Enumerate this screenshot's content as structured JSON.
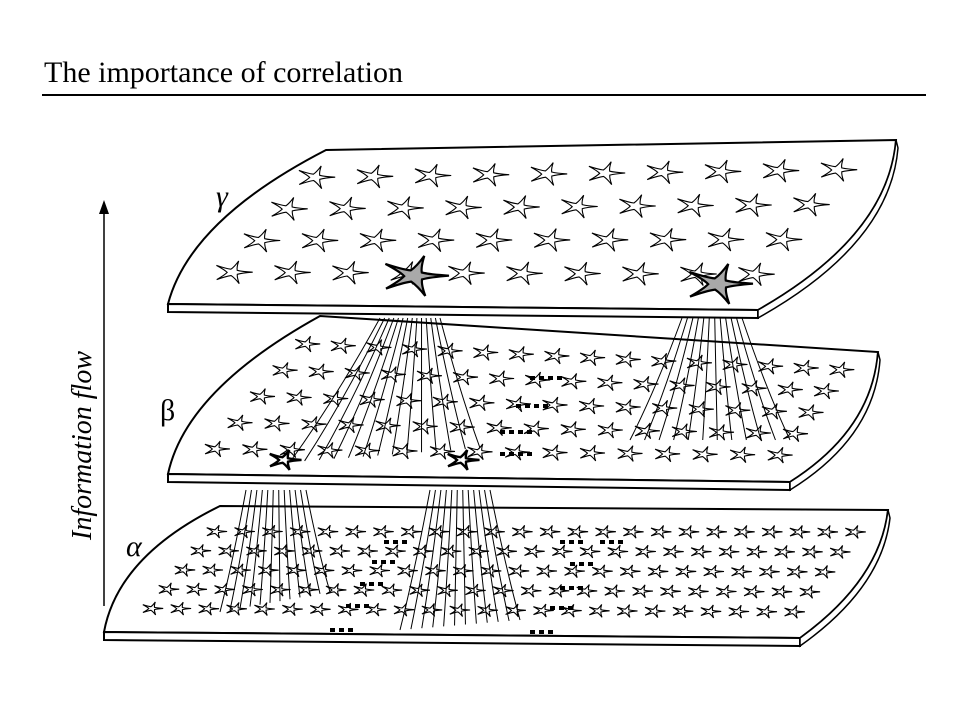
{
  "slide": {
    "title": "The importance of correlation"
  },
  "diagram": {
    "flow_label": "Information flow",
    "layers": [
      {
        "symbol": "γ"
      },
      {
        "symbol": "β"
      },
      {
        "symbol": "α"
      }
    ],
    "colors": {
      "ink": "#000000",
      "highlight": "#a9a9a9",
      "plate": "#ffffff"
    }
  }
}
